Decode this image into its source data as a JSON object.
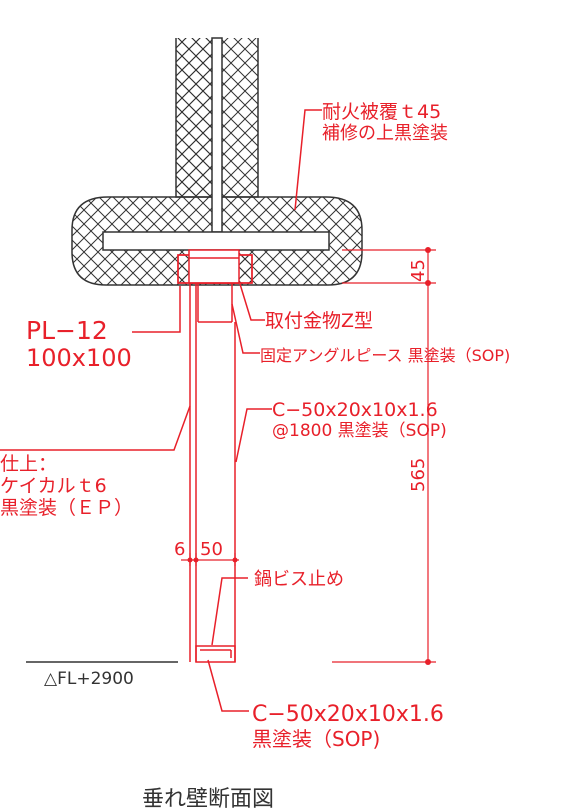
{
  "labels": {
    "fireproof_line1": "耐火被覆ｔ45",
    "fireproof_line2": "補修の上黒塗装",
    "plate_line1": "PL−12",
    "plate_line2": "100x100",
    "bracket": "取付金物Z型",
    "angle": "固定アングルピース 黒塗装（SOP)",
    "channel_upper_line1": "C−50x20x10x1.6",
    "channel_upper_line2": "@1800 黒塗装（SOP)",
    "finish_line1": "仕上：",
    "finish_line2": "ケイカルｔ6",
    "finish_line3": "黒塗装（ＥＰ）",
    "screw": "鍋ビス止め",
    "channel_lower_line1": "C−50x20x10x1.6",
    "channel_lower_line2": "黒塗装（SOP)",
    "level": "△FL+2900",
    "title": "垂れ壁断面図"
  },
  "dimensions": {
    "top": "45",
    "height": "565",
    "board": "6",
    "stud": "50"
  },
  "colors": {
    "annotation": "#e8202a",
    "structure": "#333333"
  }
}
